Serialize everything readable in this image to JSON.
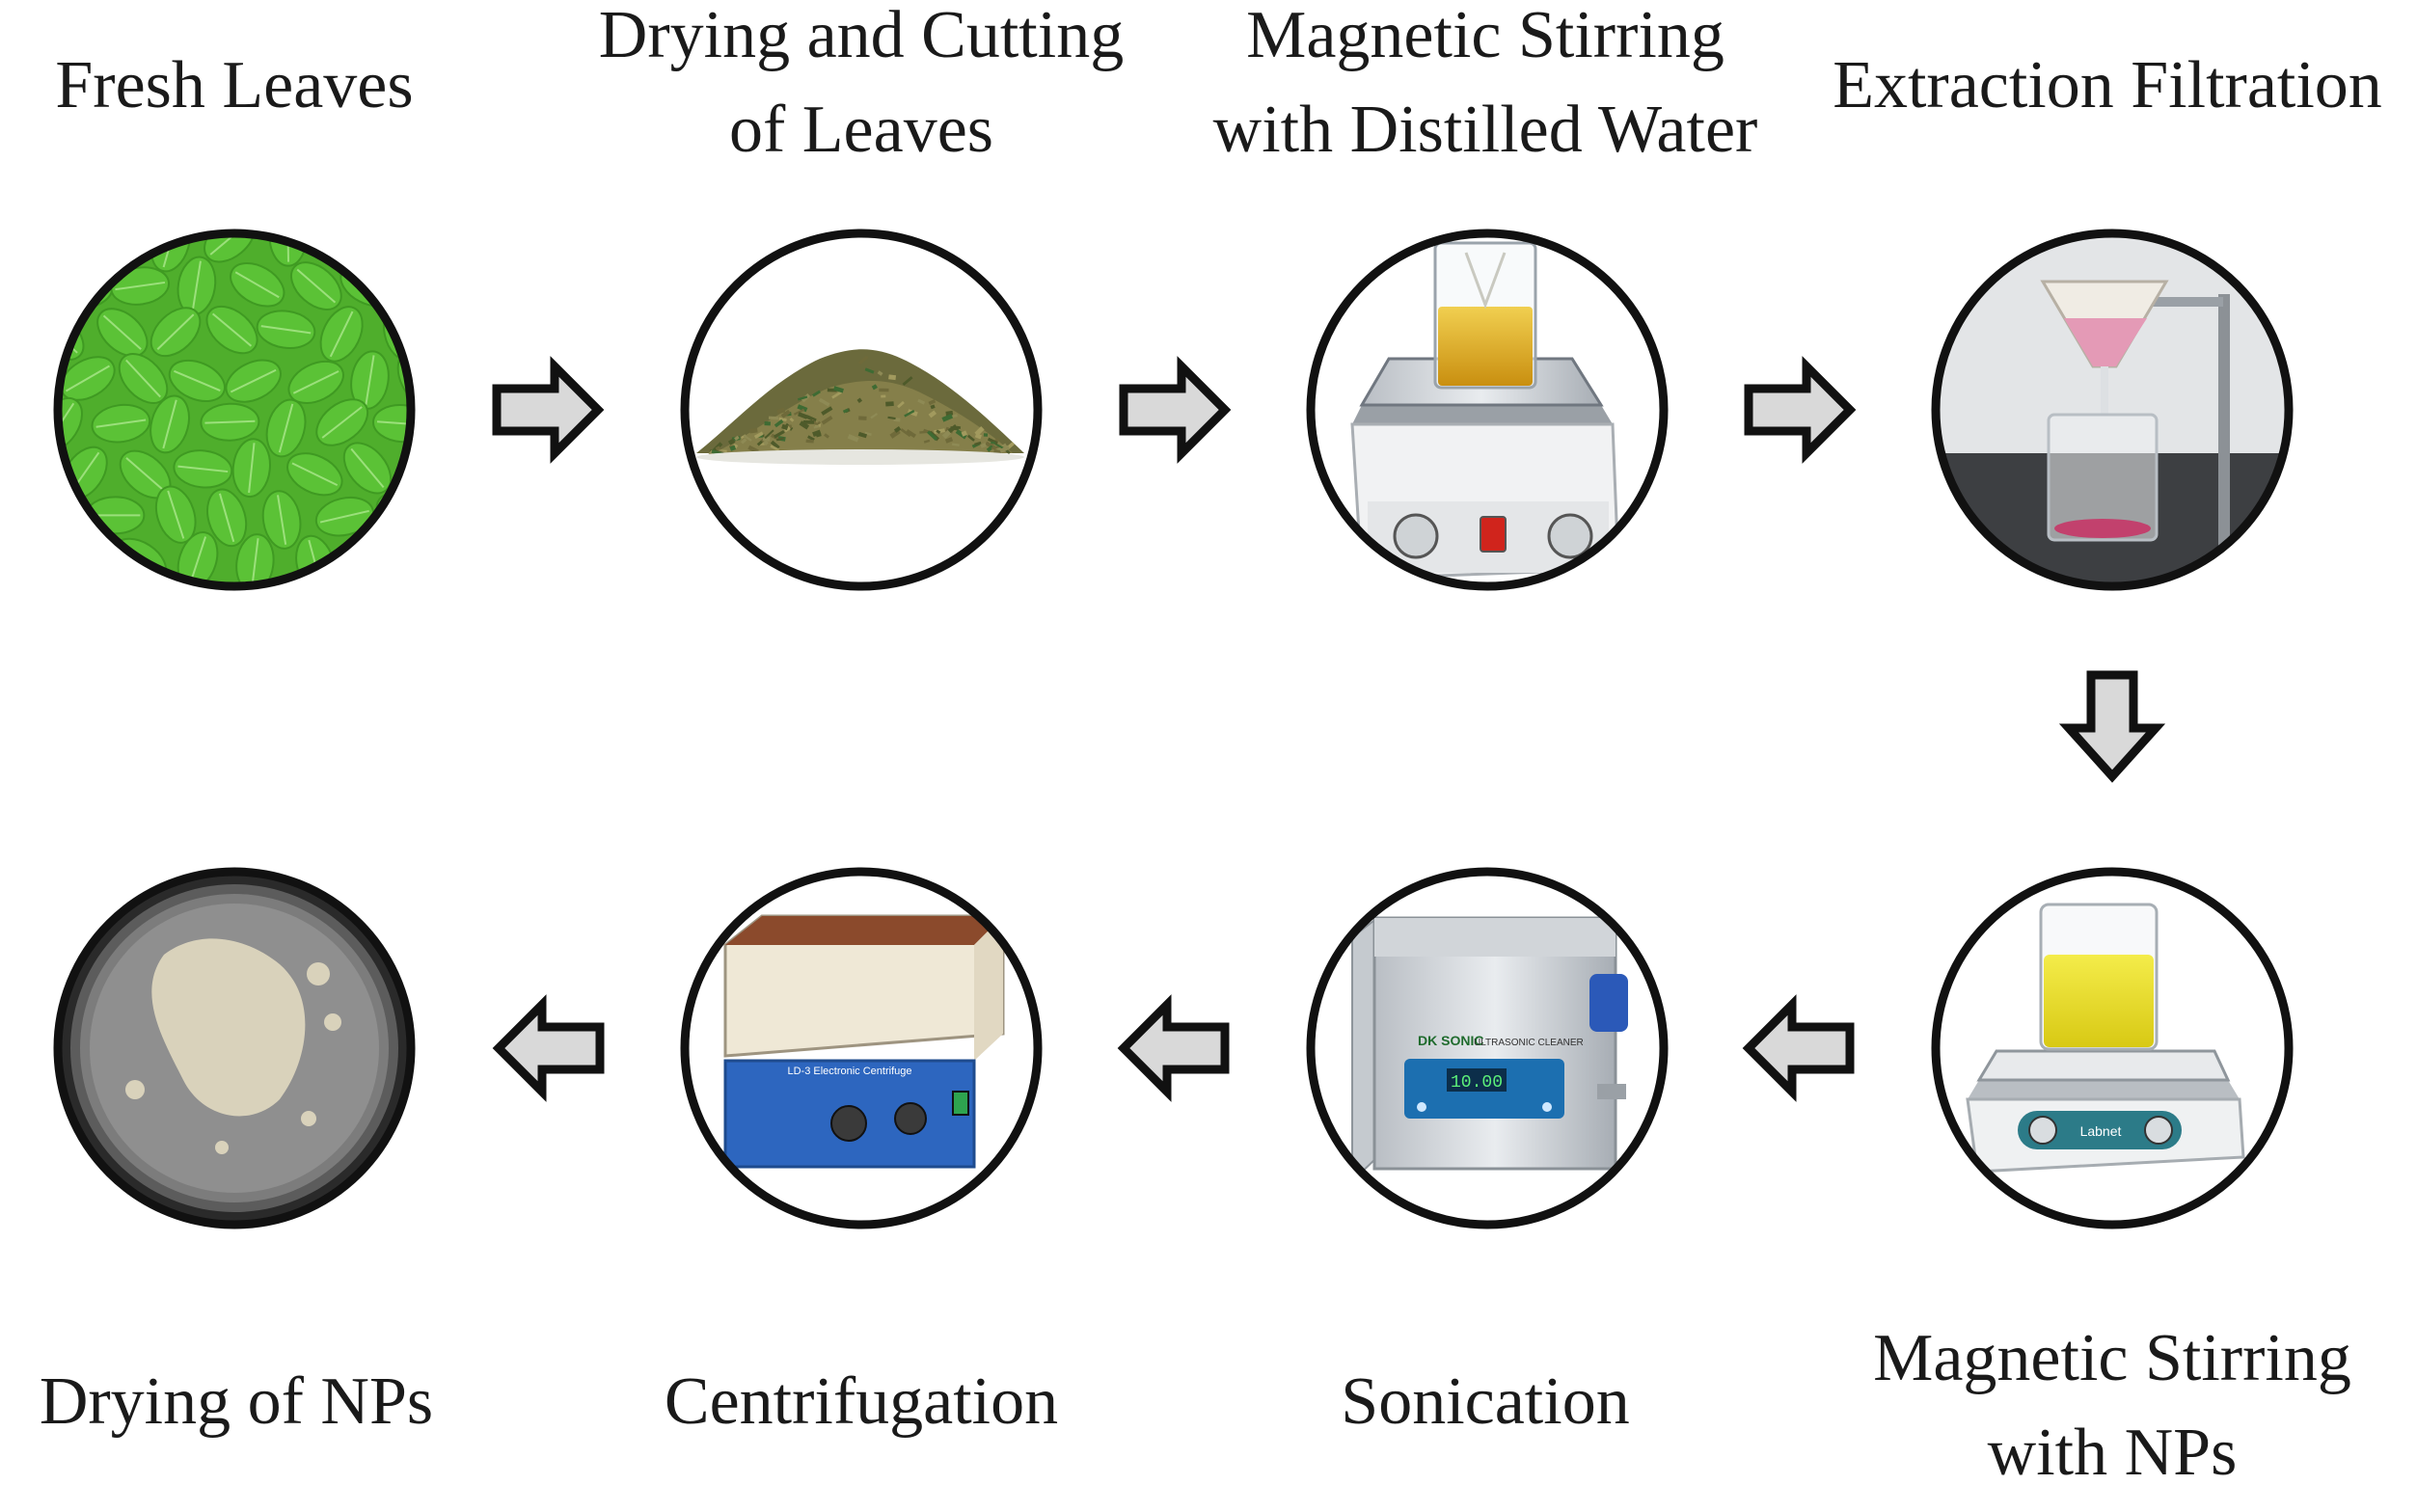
{
  "steps": [
    {
      "label_1": "Fresh Leaves",
      "label_2": "",
      "icon": "leaves-icon"
    },
    {
      "label_1": "Drying and Cutting",
      "label_2": "of Leaves",
      "icon": "dried-leaves-pile-icon"
    },
    {
      "label_1": "Magnetic Stirring",
      "label_2": "with Distilled Water",
      "icon": "hotplate-stirrer-icon"
    },
    {
      "label_1": "Extraction Filtration",
      "label_2": "",
      "icon": "filtration-funnel-icon"
    },
    {
      "label_1": "Magnetic Stirring",
      "label_2": "with NPs",
      "icon": "hotplate-stirrer-icon"
    },
    {
      "label_1": "Sonication",
      "label_2": "",
      "icon": "ultrasonic-bath-icon"
    },
    {
      "label_1": "Centrifugation",
      "label_2": "",
      "icon": "centrifuge-icon"
    },
    {
      "label_1": "Drying of NPs",
      "label_2": "",
      "icon": "petri-dish-icon"
    }
  ],
  "devices": {
    "sonicator_brand": "DK SONIC",
    "sonicator_model": "ULTRASONIC CLEANER",
    "sonicator_display": "10.00",
    "centrifuge_model": "LD-3 Electronic Centrifuge",
    "stirrer_brand": "Labnet"
  },
  "colors": {
    "stroke": "#111111",
    "arrow_fill": "#d9d9d9",
    "leaf_green": "#5bc236",
    "extract_yellow": "#e3b21c",
    "filtrate_pink": "#c2416d"
  }
}
